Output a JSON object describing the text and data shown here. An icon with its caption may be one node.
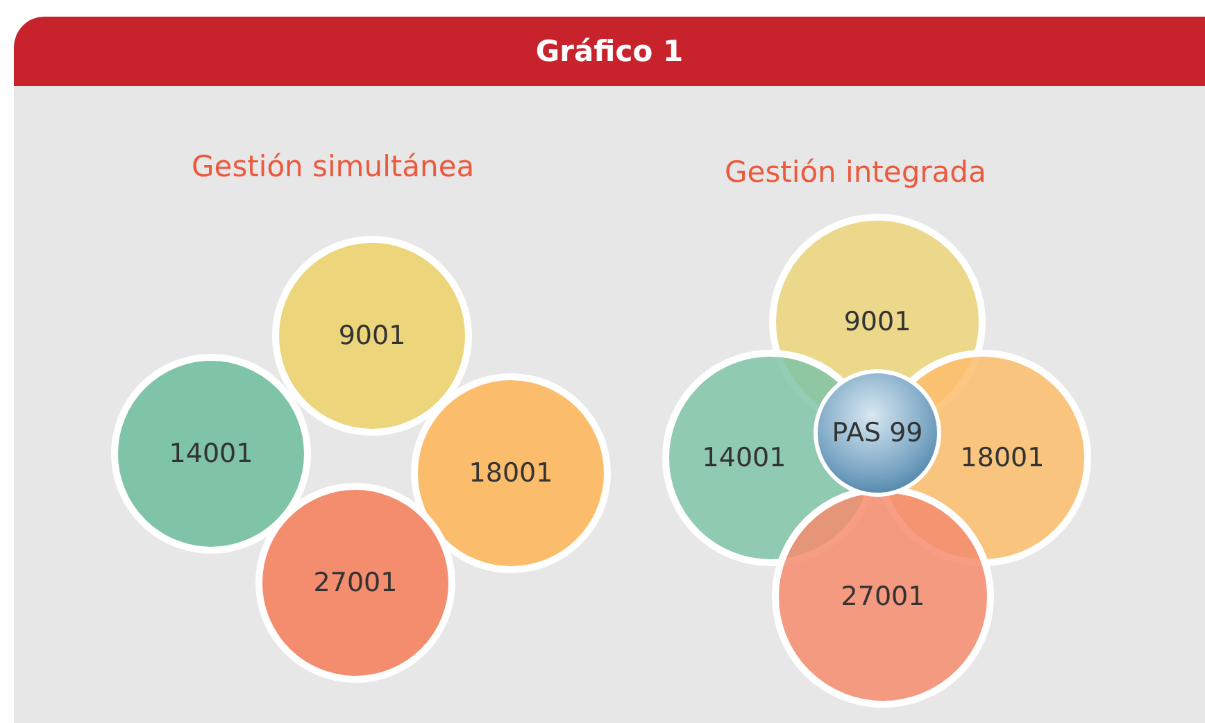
{
  "diagram": {
    "title": "Gráfico 1",
    "nodes": [
      {
        "text": [
          "9001"
        ]
      },
      {
        "text": [
          "14001"
        ]
      },
      {
        "text": [
          "18001"
        ]
      },
      {
        "text": [
          "27001"
        ]
      },
      {
        "text": [
          "9001"
        ]
      },
      {
        "text": [
          "14001"
        ]
      },
      {
        "text": [
          "18001"
        ]
      },
      {
        "text": [
          "27001"
        ]
      },
      {
        "text": [
          "PAS 99"
        ]
      }
    ],
    "labels": [
      "Gestión simultánea",
      "Gestión integrada"
    ]
  }
}
